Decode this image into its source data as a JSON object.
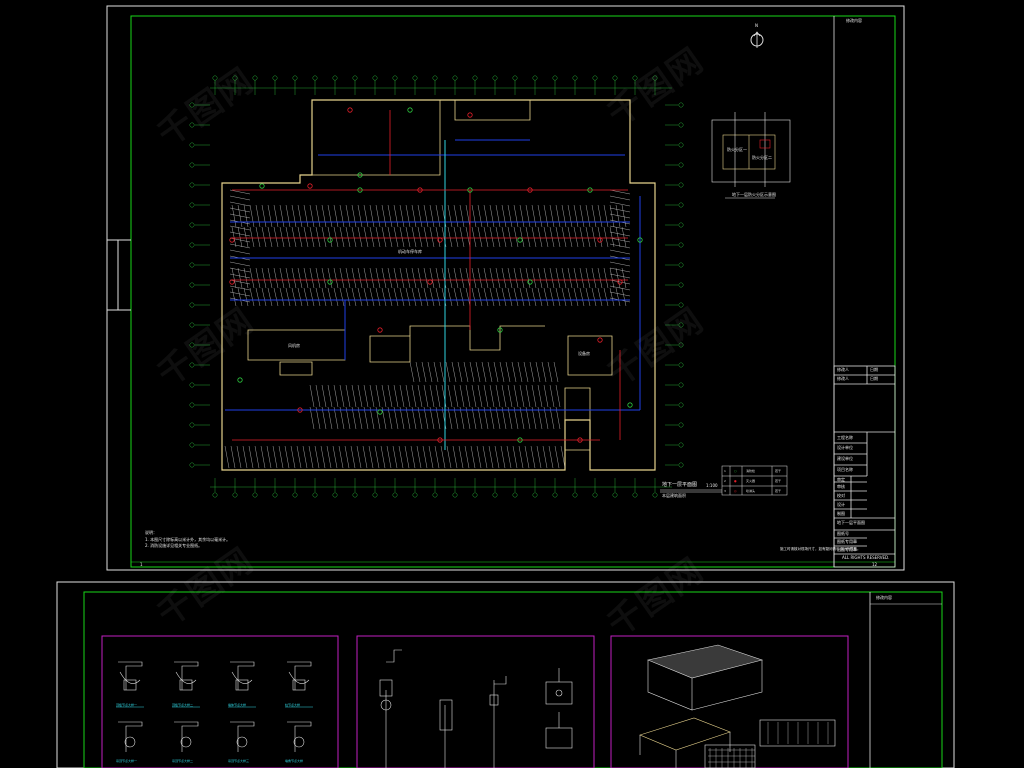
{
  "sheet1": {
    "revision_header": "修改内容",
    "revision_rows": [
      {
        "a": "修改人",
        "b": "日期"
      },
      {
        "a": "修改人",
        "b": "日期"
      }
    ],
    "title_block": {
      "project_name": "工程名称",
      "rows": [
        "设计单位",
        "建设单位",
        "项目名称"
      ],
      "roles": [
        "审定",
        "审核",
        "校对",
        "设计",
        "制图"
      ],
      "drawing_name": "地下一层平面图",
      "drawing_no": "图纸号",
      "stamp_lines": [
        "图纸专用章",
        "出图专用章"
      ],
      "notice_cn": "施工时请核对现场尺寸，如有疑问请与设计院联系。",
      "notice_en": "ALL RIGHTS RESERVED."
    },
    "sheet_number_left": "1",
    "sheet_number_right": "12",
    "plan_title": "地下一层平面图",
    "plan_scale": "1:100",
    "plan_subtitle": "本层建筑面积",
    "inset_title": "地下一层防火分区示意图",
    "inset_labels": [
      "防火分区一",
      "防火分区二"
    ],
    "room_labels": [
      "机动车停车库",
      "风机房",
      "设备房"
    ],
    "notes": [
      "说明：",
      "1. 本图尺寸除标高以米计外，其余均以毫米计。",
      "2. 消防设施详见相关专业图纸。"
    ],
    "legend": {
      "rows": [
        {
          "n": "1",
          "sym": "○",
          "desc": "消防栓",
          "qty": "若干"
        },
        {
          "n": "2",
          "sym": "●",
          "desc": "灭火器",
          "qty": "若干"
        },
        {
          "n": "3",
          "sym": "◎",
          "desc": "喷淋头",
          "qty": "若干"
        }
      ]
    },
    "north_label": "N"
  },
  "sheet2": {
    "revision_header": "修改内容",
    "panel_captions": [
      "顶板节点大样一",
      "顶板节点大样二",
      "墙体节点大样",
      "柱节点大样",
      "吊顶节点大样一",
      "吊顶节点大样二",
      "吊顶节点大样三",
      "墙角节点大样"
    ]
  },
  "watermark": "千图网",
  "colors": {
    "frame_green": "#19d619",
    "wall_yellow": "#e6d28c",
    "pipe_blue": "#1f3fe6",
    "pipe_red": "#e61f2a",
    "parking_white": "#cfcfcf",
    "panel_magenta": "#c21fc2",
    "axis_green": "#2ecc40",
    "cyan": "#2fd3e0"
  }
}
